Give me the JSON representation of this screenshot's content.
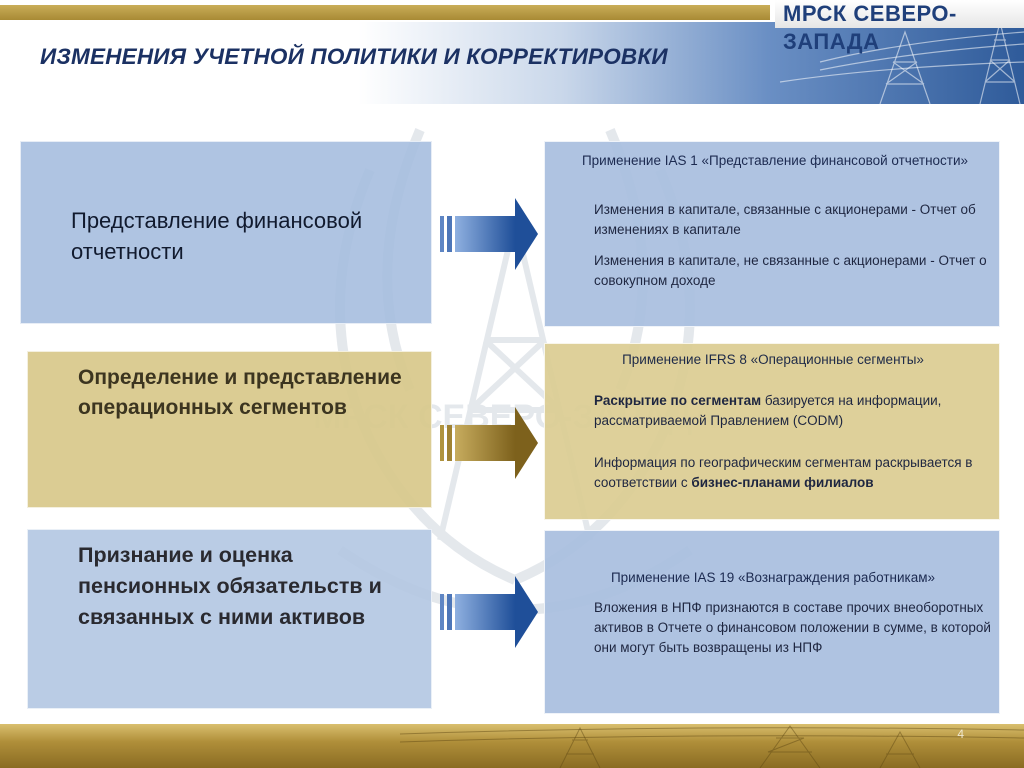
{
  "brand": "МРСК СЕВЕРО-ЗАПАДА",
  "title": "ИЗМЕНЕНИЯ УЧЕТНОЙ ПОЛИТИКИ  И КОРРЕКТИРОВКИ",
  "watermark_text": "МРСК СЕВЕРО-ЗАПАДА",
  "colors": {
    "title": "#1b3163",
    "blue_box": "#a4bcde",
    "gold_box": "#d8c88a",
    "blue_arrow": "#2e5fa6",
    "gold_arrow": "#9a7a28",
    "footer": "#b08f3a"
  },
  "rows": [
    {
      "left": "Представление финансовой отчетности",
      "heading": "Применение IAS 1 «Представление финансовой отчетности»",
      "p1": "Изменения в капитале, связанные с акционерами -  Отчет об изменениях в капитале",
      "p2": "Изменения в капитале, не связанные с акционерами - Отчет о совокупном доходе"
    },
    {
      "left": "Определение и представление операционных сегментов",
      "heading": "Применение IFRS 8 «Операционные сегменты»",
      "p1_bold": "Раскрытие по сегментам",
      "p1_rest": " базируется на информации, рассматриваемой Правлением (CODM)",
      "p2_start": "Информация по географическим сегментам раскрывается в соответствии с ",
      "p2_bold": "бизнес-планами филиалов"
    },
    {
      "left": "Признание и оценка пенсионных обязательств и связанных с ними активов",
      "heading": "Применение IAS 19 «Вознаграждения работникам»",
      "p1": "Вложения в НПФ признаются в составе прочих внеоборотных активов в Отчете о финансовом положении в сумме, в которой они могут быть возвращены из НПФ"
    }
  ],
  "page_number": "4"
}
